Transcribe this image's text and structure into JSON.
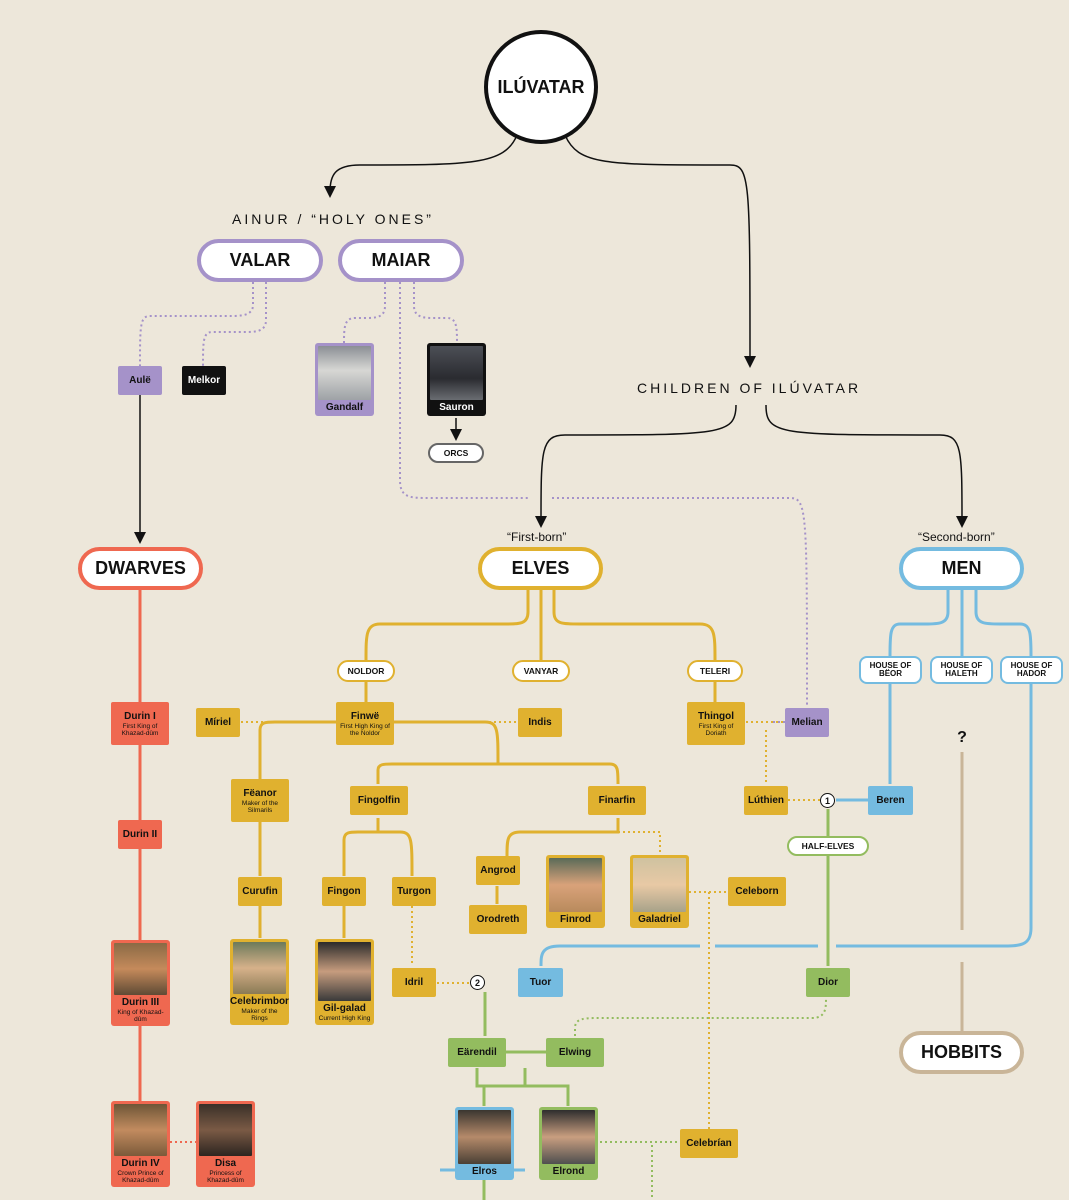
{
  "top": {
    "root": "ILÚVATAR",
    "ainur_caption": "AINUR / “HOLY ONES”",
    "children_caption": "CHILDREN OF ILÚVATAR"
  },
  "groups": {
    "valar": "VALAR",
    "maiar": "MAIAR",
    "dwarves": "DWARVES",
    "elves": "ELVES",
    "men": "MEN",
    "hobbits": "HOBBITS"
  },
  "quotes": {
    "first_born": "“First-born”",
    "second_born": "“Second-born”"
  },
  "subgroups": {
    "noldor": "NOLDOR",
    "vanyar": "VANYAR",
    "teleri": "TELERI",
    "orcs": "ORCS",
    "half_elves": "HALF-ELVES",
    "house_beor": "HOUSE OF BËOR",
    "house_haleth": "HOUSE OF HALETH",
    "house_hador": "HOUSE OF HADOR"
  },
  "people": {
    "aule": "Aulë",
    "melkor": "Melkor",
    "gandalf": "Gandalf",
    "sauron": "Sauron",
    "durin1": {
      "name": "Durin I",
      "sub": "First King of Khazad-dûm"
    },
    "durin2": "Durin II",
    "durin3": {
      "name": "Durin III",
      "sub": "King of Khazad-dûm"
    },
    "durin4": {
      "name": "Durin IV",
      "sub": "Crown Prince of Khazad-dûm"
    },
    "disa": {
      "name": "Disa",
      "sub": "Princess of Khazad-dûm"
    },
    "miriel": "Míriel",
    "finwe": {
      "name": "Finwë",
      "sub": "First High King of the Noldor"
    },
    "indis": "Indis",
    "thingol": {
      "name": "Thingol",
      "sub": "First King of Doriath"
    },
    "melian": "Melian",
    "feanor": {
      "name": "Fëanor",
      "sub": "Maker of the Silmarils"
    },
    "fingolfin": "Fingolfin",
    "finarfin": "Finarfin",
    "luthien": "Lúthien",
    "beren": "Beren",
    "curufin": "Curufin",
    "fingon": "Fingon",
    "turgon": "Turgon",
    "angrod": "Angrod",
    "orodreth": "Orodreth",
    "finrod": "Finrod",
    "galadriel": "Galadriel",
    "celeborn": "Celeborn",
    "celebrimbor": {
      "name": "Celebrimbor",
      "sub": "Maker of the Rings"
    },
    "gilgalad": {
      "name": "Gil-galad",
      "sub": "Current High King"
    },
    "idril": "Idril",
    "tuor": "Tuor",
    "dior": "Dior",
    "earendil": "Eärendil",
    "elwing": "Elwing",
    "elros": "Elros",
    "elrond": "Elrond",
    "celebrian": "Celebrían"
  },
  "markers": {
    "one": "1",
    "two": "2",
    "unknown": "?"
  },
  "colors": {
    "bg": "#ede7da",
    "elves": "#e0b12f",
    "dwarves": "#ef6850",
    "men": "#74bbe0",
    "half_elves": "#93bc5f",
    "ainur": "#a592c9",
    "hobbits": "#c9b598"
  }
}
